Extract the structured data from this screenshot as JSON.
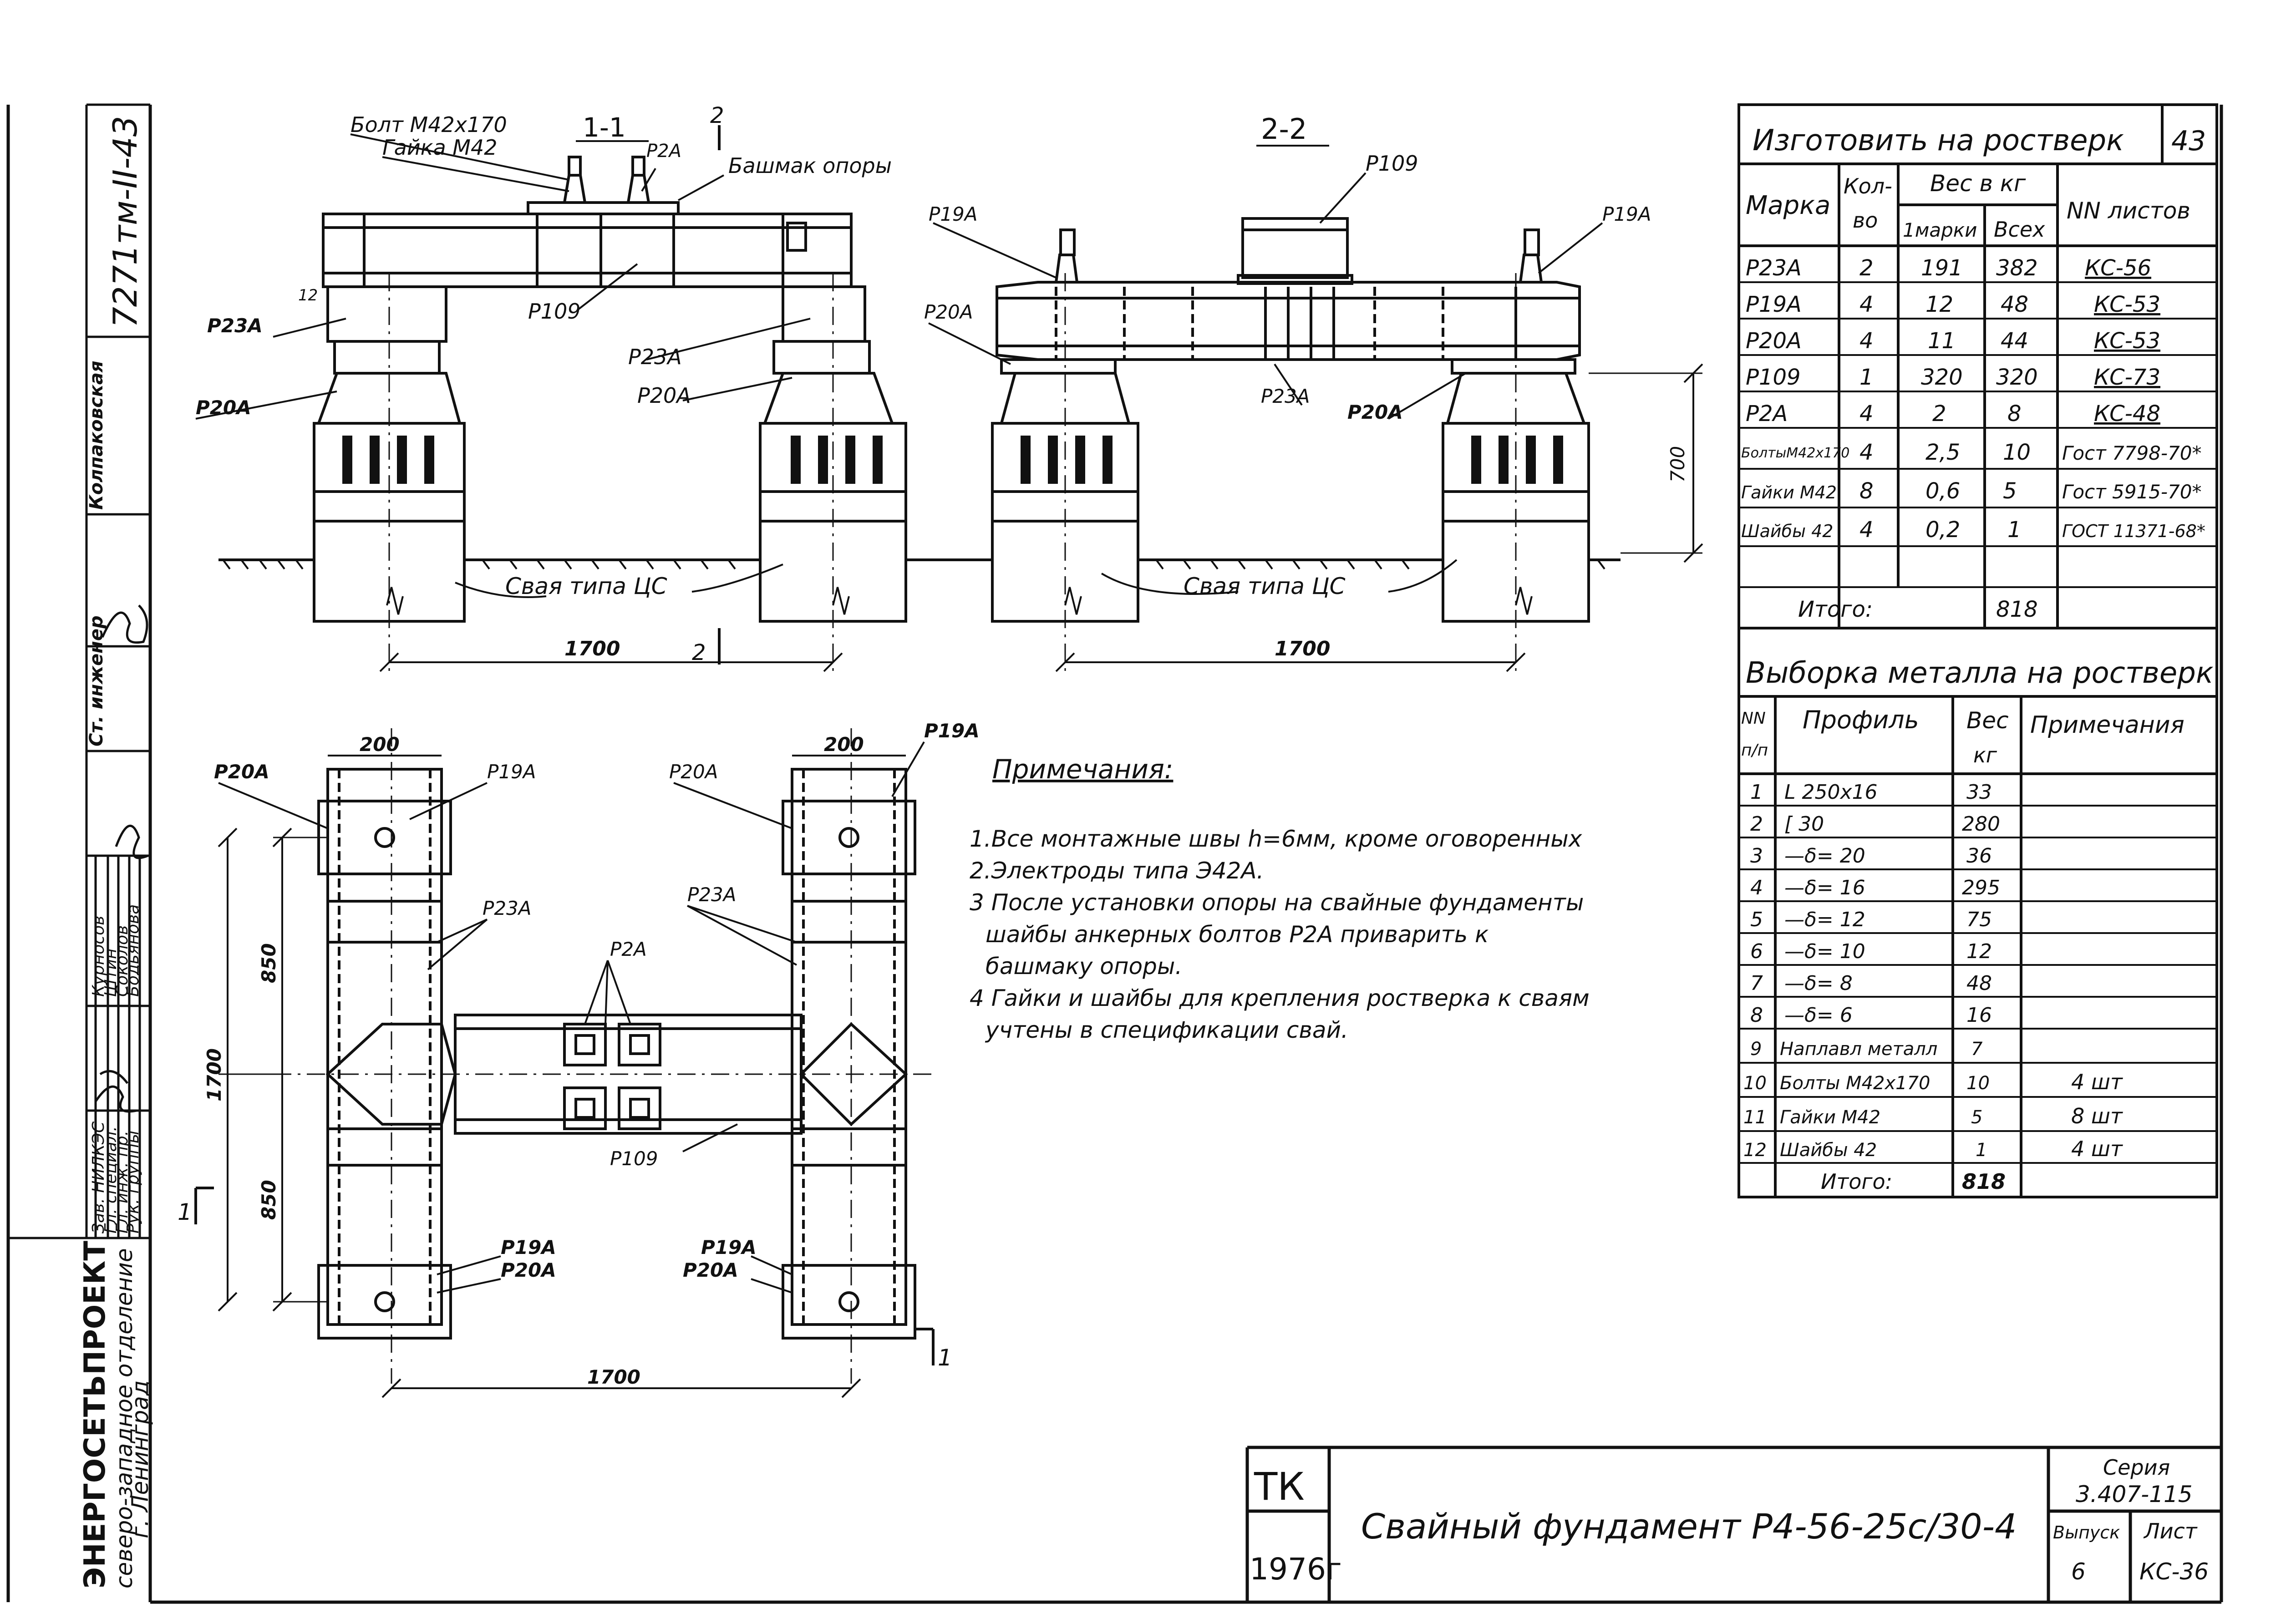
{
  "sheet": {
    "org_name": "ЭНЕРГОСЕТЬПРОЕКТ",
    "org_branch": "северо-западное отделение",
    "org_city": "г. Ленинград",
    "drawing_code": "7271тм-II-43",
    "roles": [
      "Зав. НИЛКЭС",
      "Гл. специал.",
      "Гл. инж. пр.",
      "Рук. группы"
    ],
    "names": [
      "Курносов",
      "Штин",
      "Соколов",
      "Бодьянова"
    ],
    "sign_roles": [
      "Ст. инженер",
      "Колпаковская"
    ]
  },
  "view11": {
    "title": "1-1",
    "bolt": "Болт М42х170",
    "nut": "Гайка М42",
    "p2a": "Р2А",
    "shoe": "Башмак опоры",
    "p23a_left": "Р23А",
    "p20a_left": "Р20А",
    "mark12": "12",
    "p109": "Р109",
    "p23a_mid": "Р23А",
    "p20a_mid": "Р20А",
    "pile": "Свая типа ЦС",
    "dim": "1700",
    "cut": "2"
  },
  "view22": {
    "title": "2-2",
    "p109": "Р109",
    "p19a_l": "Р19А",
    "p19a_r": "Р19А",
    "p20a_l": "Р20А",
    "p23a": "Р23А",
    "p20a_r": "Р20А",
    "height": "700",
    "pile": "Свая типа ЦС",
    "dim": "1700"
  },
  "plan": {
    "p20a_tl": "Р20А",
    "w200": "200",
    "p19a_tl": "Р19А",
    "p23a_l": "Р23А",
    "p20a_tr": "Р20А",
    "w200_r": "200",
    "p19a_tr": "Р19А",
    "p23a_r": "Р23А",
    "p2a": "Р2А",
    "p109": "Р109",
    "d850_top": "850",
    "d1700": "1700",
    "d850_bot": "850",
    "p19a_bl": "Р19А",
    "p20a_bl": "Р20А",
    "p19a_br": "Р19А",
    "p20a_br": "Р20А",
    "dim_bottom": "1700",
    "cut1": "1"
  },
  "notes": {
    "heading": "Примечания:",
    "lines": [
      "1.Все монтажные швы h=6мм, кроме оговоренных",
      "2.Электроды типа Э42А.",
      "3 После установки опоры на свайные фундаменты",
      "шайбы анкерных болтов Р2А приварить к",
      "башмаку опоры.",
      "4 Гайки и шайбы для крепления ростверка к сваям",
      "учтены в спецификации свай."
    ]
  },
  "table1": {
    "title": "Изготовить на ростверк",
    "qty_title": "43",
    "h_mark": "Марка",
    "h_qty1": "Кол-",
    "h_qty2": "во",
    "h_weight": "Вес в кг",
    "h_one": "1марки",
    "h_all": "Всех",
    "h_sheets": "NN листов",
    "rows": [
      [
        "Р23А",
        "2",
        "191",
        "382",
        "КС-56"
      ],
      [
        "Р19А",
        "4",
        "12",
        "48",
        "КС-53"
      ],
      [
        "Р20А",
        "4",
        "11",
        "44",
        "КС-53"
      ],
      [
        "Р109",
        "1",
        "320",
        "320",
        "КС-73"
      ],
      [
        "Р2А",
        "4",
        "2",
        "8",
        "КС-48"
      ],
      [
        "БолтыМ42х170",
        "4",
        "2,5",
        "10",
        "Гост 7798-70*"
      ],
      [
        "Гайки М42",
        "8",
        "0,6",
        "5",
        "Гост 5915-70*"
      ],
      [
        "Шайбы 42",
        "4",
        "0,2",
        "1",
        "ГОСТ 11371-68*"
      ]
    ],
    "total_label": "Итого:",
    "total": "818"
  },
  "table2": {
    "title": "Выборка металла на ростверк",
    "h_nn1": "NN",
    "h_nn2": "п/п",
    "h_profile": "Профиль",
    "h_w1": "Вес",
    "h_w2": "кг",
    "h_note": "Примечания",
    "rows": [
      [
        "1",
        "L 250х16",
        "33",
        ""
      ],
      [
        "2",
        "[ 30",
        "280",
        ""
      ],
      [
        "3",
        "—δ= 20",
        "36",
        ""
      ],
      [
        "4",
        "—δ= 16",
        "295",
        ""
      ],
      [
        "5",
        "—δ= 12",
        "75",
        ""
      ],
      [
        "6",
        "—δ= 10",
        "12",
        ""
      ],
      [
        "7",
        "—δ= 8",
        "48",
        ""
      ],
      [
        "8",
        "—δ= 6",
        "16",
        ""
      ],
      [
        "9",
        "Наплавл металл",
        "7",
        ""
      ],
      [
        "10",
        "Болты М42х170",
        "10",
        "4 шт"
      ],
      [
        "11",
        "Гайки М42",
        "5",
        "8 шт"
      ],
      [
        "12",
        "Шайбы 42",
        "1",
        "4 шт"
      ]
    ],
    "total_label": "Итого:",
    "total": "818"
  },
  "stamp": {
    "tk": "ТК",
    "year": "1976г",
    "title": "Свайный фундамент Р4-56-25с/30-4",
    "series_label": "Серия",
    "series": "3.407-115",
    "issue_label": "Выпуск",
    "issue": "6",
    "sheet_label": "Лист",
    "sheet": "КС-36"
  }
}
